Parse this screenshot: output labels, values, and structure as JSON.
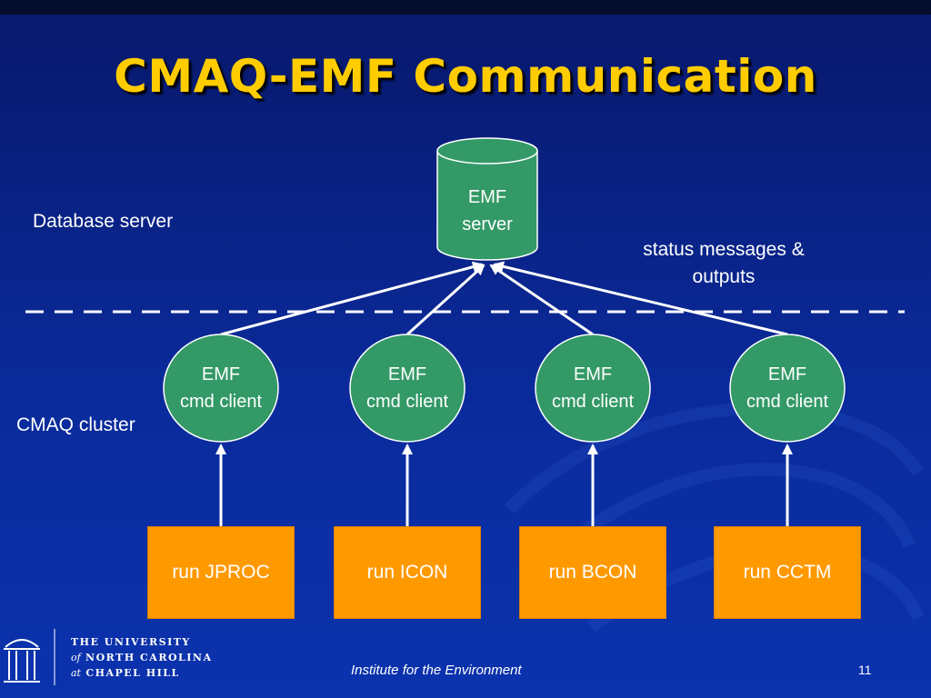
{
  "title": "CMAQ-EMF Communication",
  "labels": {
    "database_server": "Database server",
    "status_messages": "status messages &",
    "status_messages_2": "outputs",
    "cmaq_cluster": "CMAQ cluster"
  },
  "server": {
    "line1": "EMF",
    "line2": "server"
  },
  "clients": [
    {
      "line1": "EMF",
      "line2": "cmd client"
    },
    {
      "line1": "EMF",
      "line2": "cmd client"
    },
    {
      "line1": "EMF",
      "line2": "cmd client"
    },
    {
      "line1": "EMF",
      "line2": "cmd client"
    }
  ],
  "runs": [
    "run JPROC",
    "run ICON",
    "run BCON",
    "run CCTM"
  ],
  "footer": {
    "institute": "Institute for the Environment",
    "page": "11",
    "logo_line1": "THE UNIVERSITY",
    "logo_line2_prefix": "of",
    "logo_line2": "NORTH CAROLINA",
    "logo_line3_prefix": "at",
    "logo_line3": "CHAPEL HILL"
  },
  "colors": {
    "title": "#ffcc00",
    "node_fill": "#339966",
    "box_fill": "#ff9900",
    "background": "#0a2a9a"
  }
}
